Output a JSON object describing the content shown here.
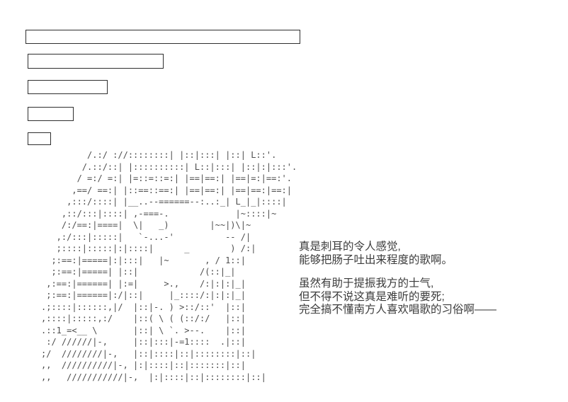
{
  "scene": {
    "background": "#ffffff",
    "art_color": "#4d4d4d",
    "text_color": "#3b3b3b",
    "box_border_color": "#2e2e2e",
    "echo_box_count": 5
  },
  "ascii_art": {
    "lines": [
      "         /.:/ ://::::::::| |::|:::| |::| L::'.",
      "        /.::/::| |::::::::::| L::|:::| |::|:|:::'.",
      "       / =:/ =:| |=::=::=:| |==|==:| |==|=:|==:'.",
      "      ,==/ ==:| |::==::==:| |==|==:| |==|==:|==:|",
      "     ,:::/::::| |__..--======--:..:_| L_|_|::::|",
      "    ,::/:::|::::| ,-===-.             |~::::|~",
      "    /:/==:|====|  \\|   _)        |~~|)\\|~",
      "   ,:/:::|:::::|   `-...-'          -- /|",
      "   ;::::|:::::|:|::::|      _        ) /:|",
      "  ;:==:|=====|:|:::|   |~       , / 1::|",
      "  ;:==:|=====| |::|            /(::|_|",
      " ,:==:|======| |:=|     >.,    /:|:|:|_|",
      " ;:==:|======|:/|::|     |_::::/:|:|:|_|",
      ".;::::|::::::,|/  |::|-. ) >::/::'  |::|",
      ",::::|:::::,:/    |::( \\ ( (::/:/   |::|",
      ".::1_=<__ \\       |::| \\ `. >--.    |::|",
      " :/ //////|-,     |::|:::|-=1::::  .|::|",
      ";/  ////////|-,   |::|::::|::|::::::::|::|",
      ",,  //////////|-, |:|::::|::|:::::::|::|",
      ",,   ///////////|-,  |:|::::|::|::::::::|::|"
    ]
  },
  "dialogue": {
    "paragraph1": [
      "真是刺耳的令人感觉,",
      "能够把肠子吐出来程度的歌啊。"
    ],
    "paragraph2": [
      "虽然有助于提振我方的士气,",
      "但不得不说这真是难听的要死;",
      "完全搞不懂南方人喜欢唱歌的习俗啊——"
    ]
  }
}
